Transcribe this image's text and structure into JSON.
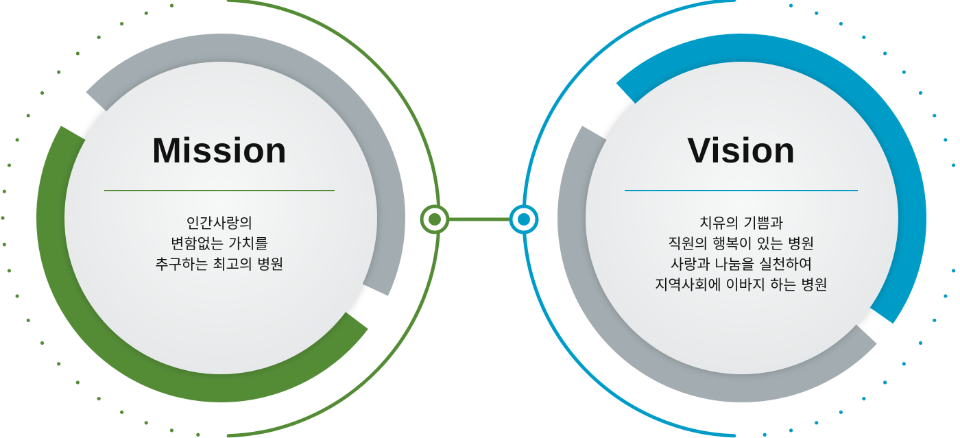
{
  "colors": {
    "green": "#548c36",
    "blue": "#009cc8",
    "gray": "#a3adb1",
    "circle_fill": "#eef0f0"
  },
  "mission": {
    "title": "Mission",
    "lines": [
      "인간사랑의",
      "변함없는 가치를",
      "추구하는 최고의 병원"
    ]
  },
  "vision": {
    "title": "Vision",
    "lines": [
      "치유의 기쁨과",
      "직원의 행복이 있는 병원",
      "사랑과 나눔을 실천하여",
      "지역사회에 이바지 하는 병원"
    ]
  }
}
